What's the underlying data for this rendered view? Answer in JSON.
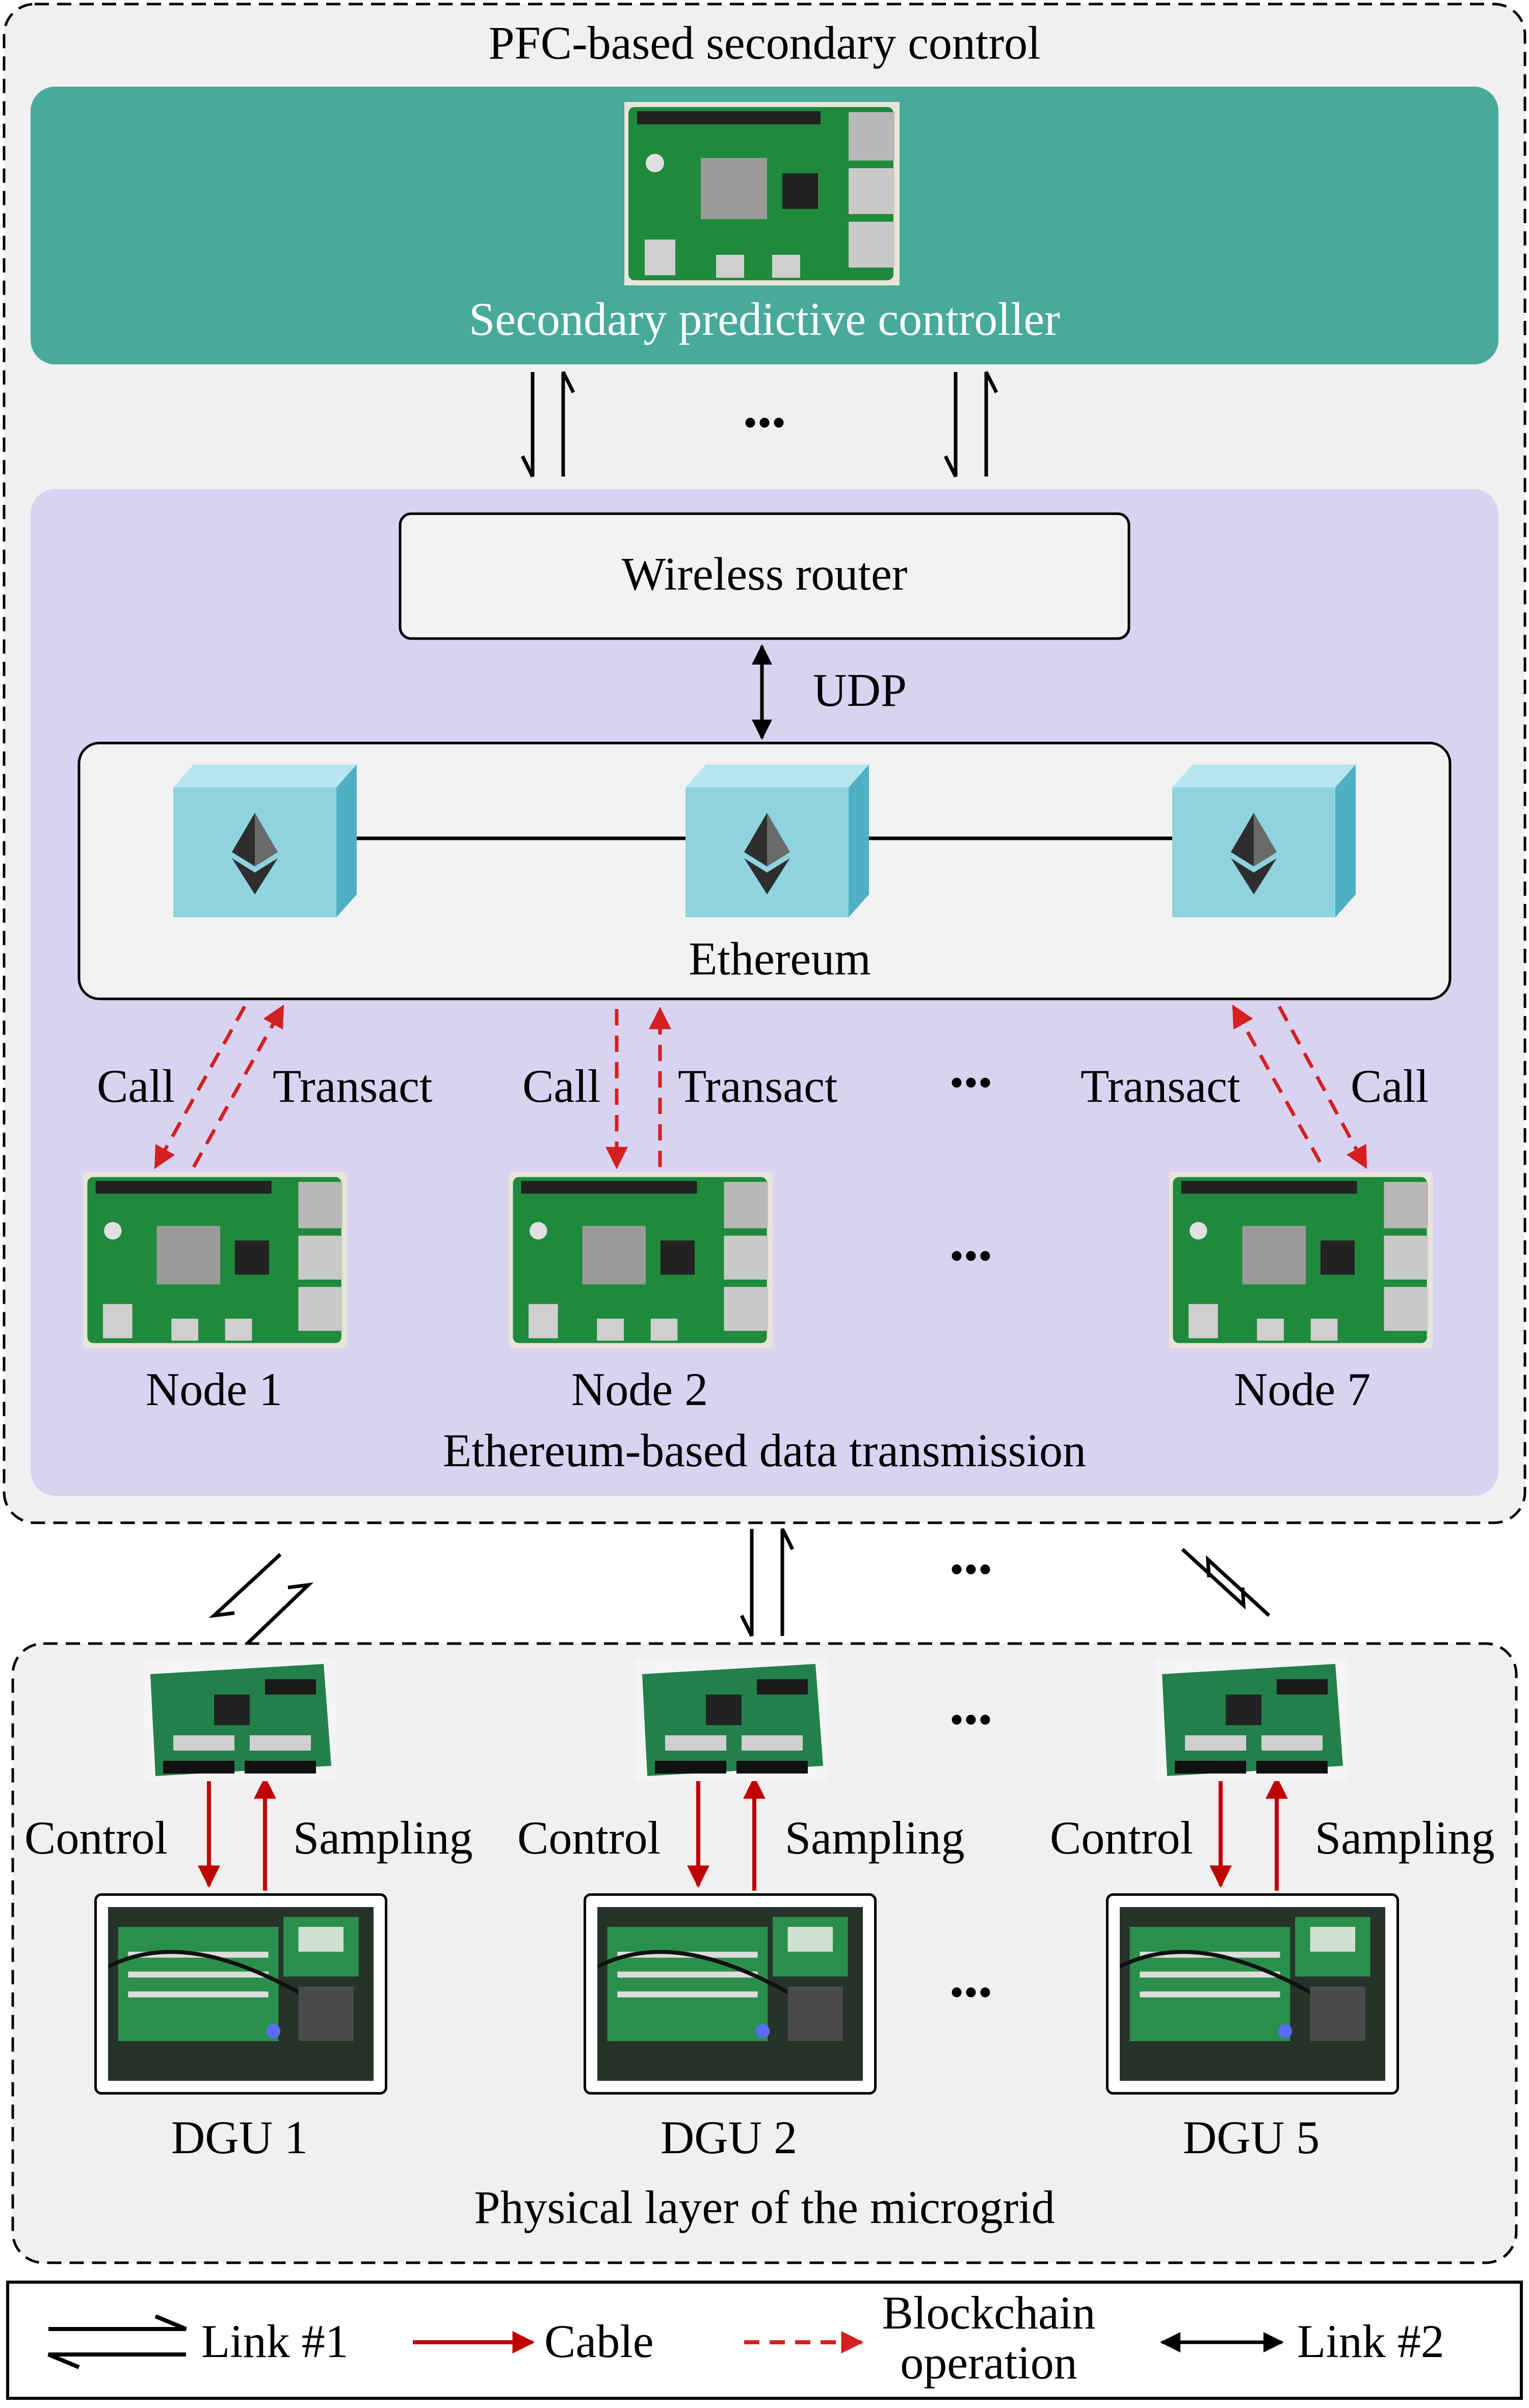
{
  "pfc_title": "PFC-based secondary control",
  "controller": {
    "label": "Secondary predictive controller"
  },
  "router": {
    "label": "Wireless router",
    "protocol": "UDP"
  },
  "ethereum": {
    "label": "Ethereum",
    "nodes": 3
  },
  "ops": {
    "node1": {
      "left": "Call",
      "right": "Transact"
    },
    "node2": {
      "left": "Call",
      "right": "Transact"
    },
    "node7": {
      "left": "Transact",
      "right": "Call"
    }
  },
  "nodes": [
    "Node 1",
    "Node 2",
    "Node 7"
  ],
  "transmission_title": "Ethereum-based data transmission",
  "ellipsis": "•••",
  "dgu": {
    "units": [
      "DGU 1",
      "DGU 2",
      "DGU 5"
    ],
    "control": "Control",
    "sampling": "Sampling"
  },
  "physical_title": "Physical layer of the microgrid",
  "legend": {
    "link1": "Link #1",
    "cable": "Cable",
    "blockchain_line1": "Blockchain",
    "blockchain_line2": "operation",
    "link2": "Link #2"
  },
  "colors": {
    "controller_bg": "#47aa9b",
    "transmission_bg": "#d9d3f2",
    "panel_bg": "#f0f0f0",
    "cube_face": "#8fd3df",
    "cable": "#c00000",
    "blockchain": "#d42020"
  }
}
